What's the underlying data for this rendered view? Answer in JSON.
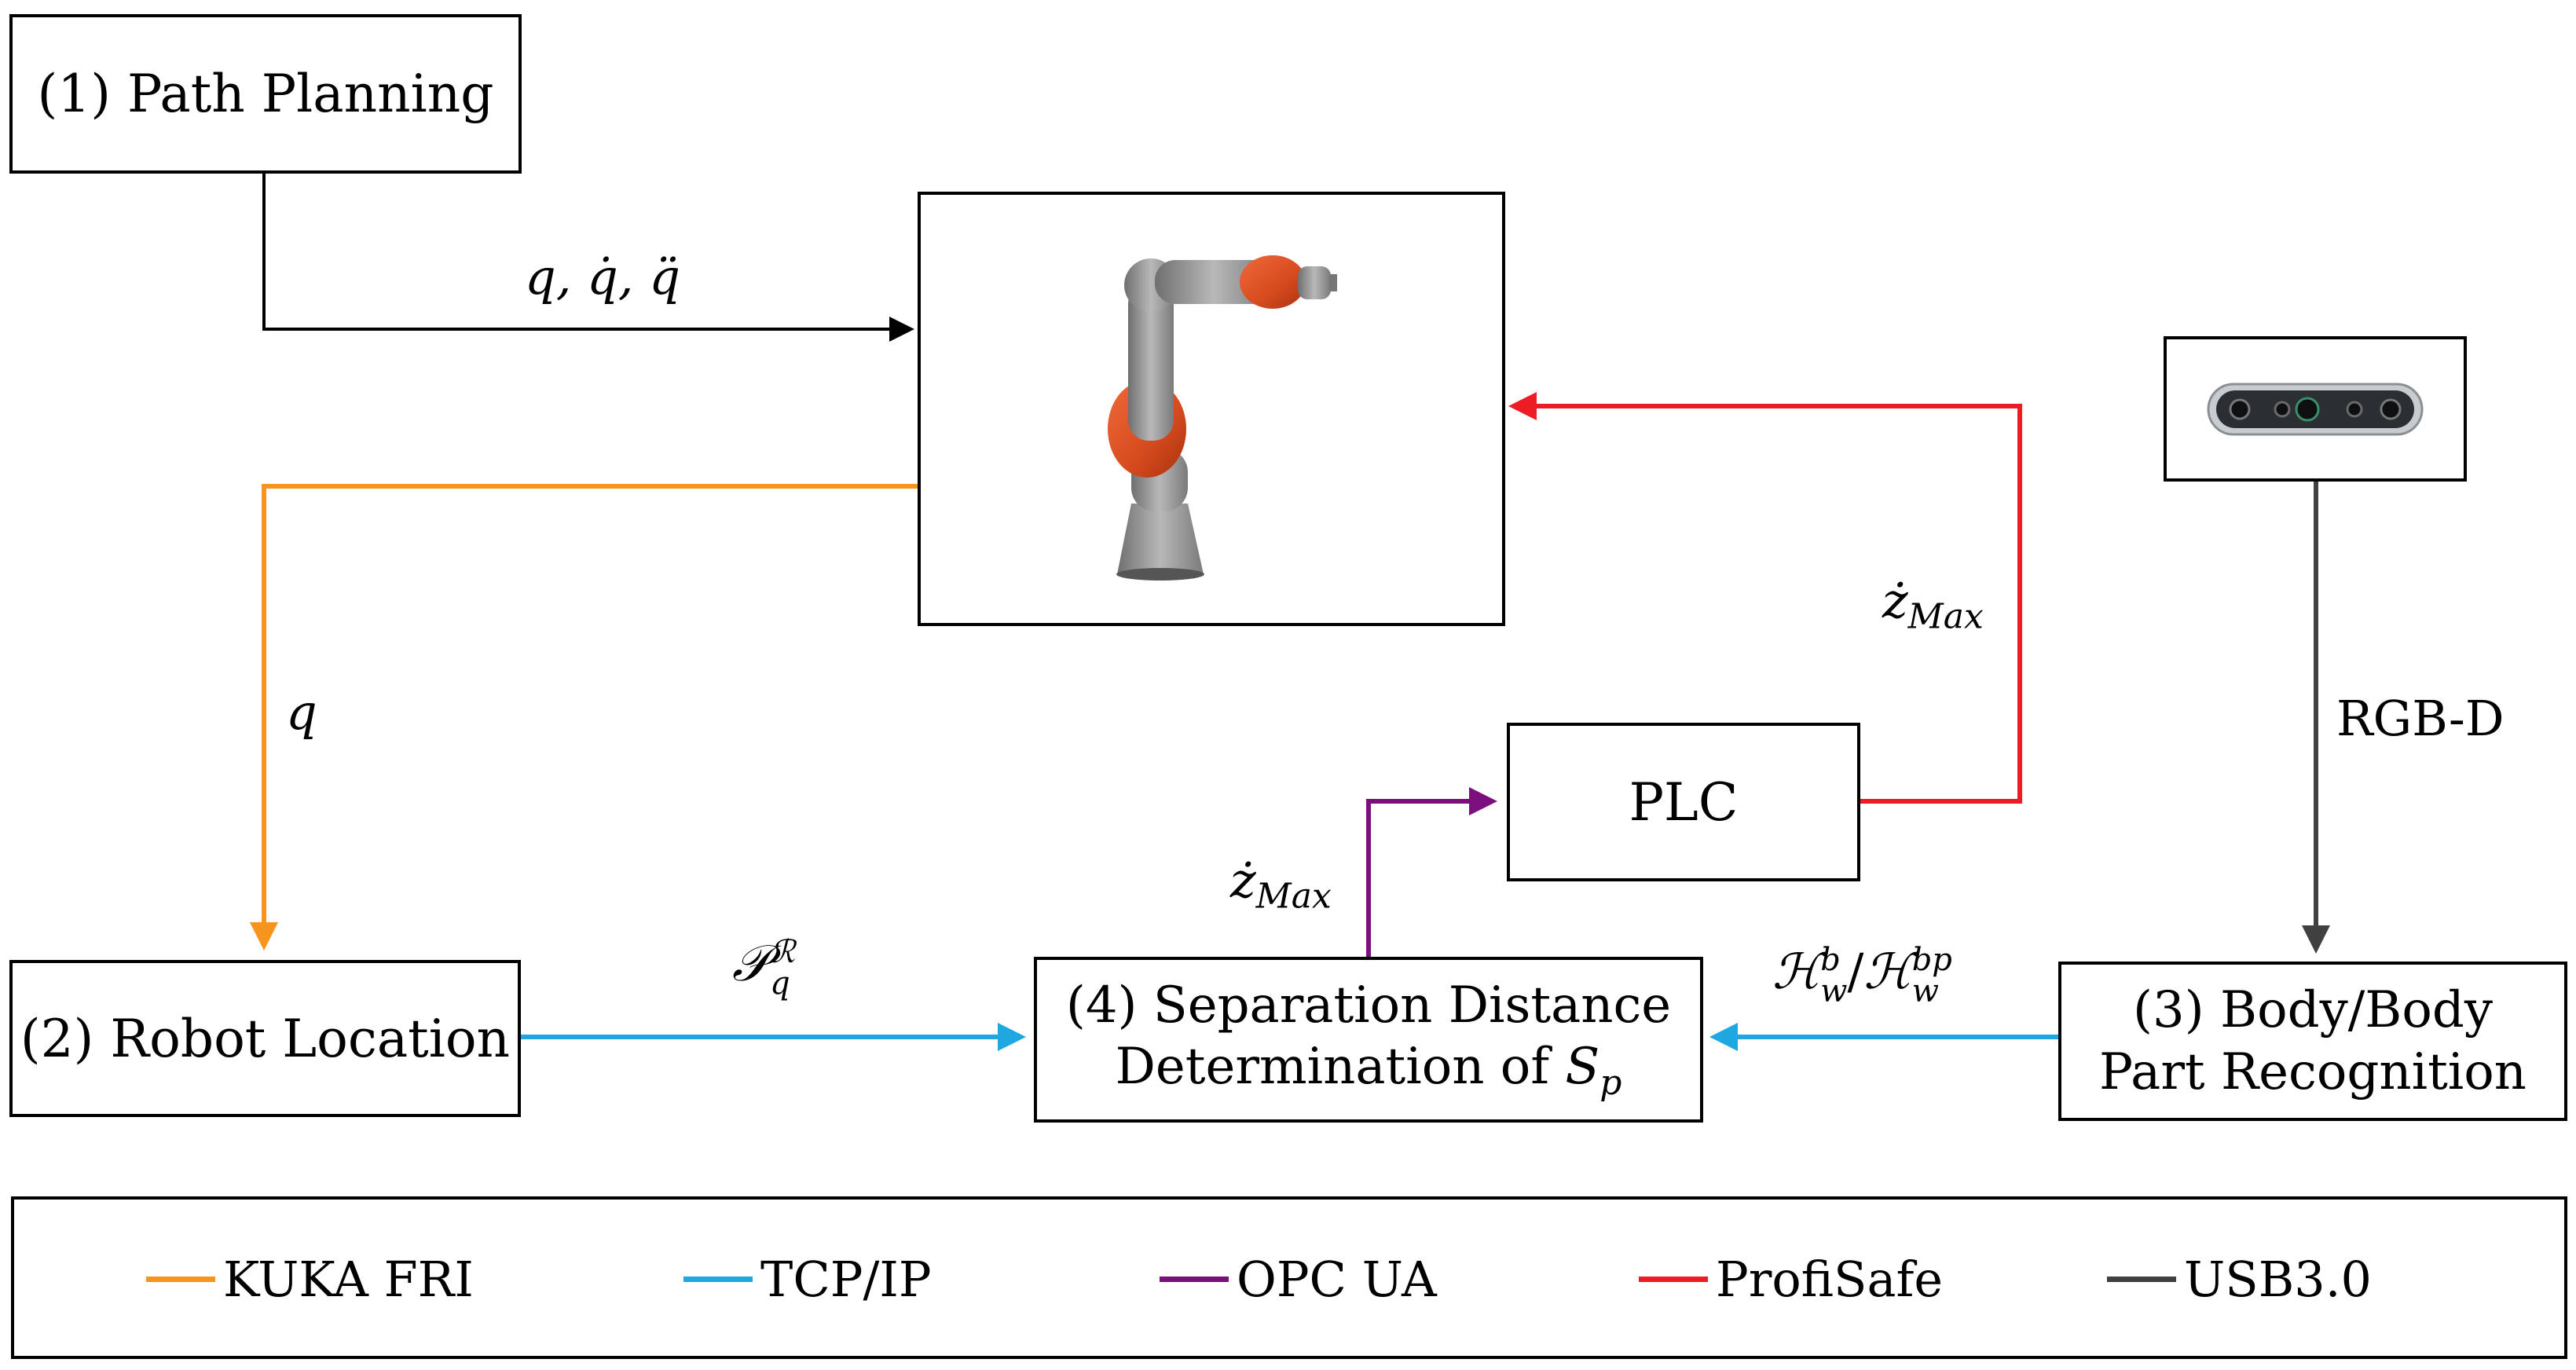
{
  "boxes": {
    "path_planning": "(1) Path Planning",
    "plc": "PLC",
    "robot_location": "(2) Robot Location",
    "separation_line1": "(4) Separation Distance",
    "separation_line2_prefix": "Determination of ",
    "separation_line2_var": "S",
    "separation_line2_sub": "p",
    "body_line1": "(3) Body/Body",
    "body_line2": "Part Recognition"
  },
  "edge_labels": {
    "q_dq_ddq": "q, q̇, q̈",
    "q": "q",
    "zmax_var": "ż",
    "zmax_sub": "Max",
    "rgbd": "RGB-D",
    "pq_main": "𝒫",
    "pq_sub": "q",
    "pq_sup": "ℛ",
    "hw_H": "ℋ",
    "hw_sub": "w",
    "hw_sup1": "b",
    "hw_slash": "/",
    "hw_sup2": "bp"
  },
  "images": {
    "robot": "kuka-robot-arm",
    "camera": "rgbd-camera"
  },
  "legend": [
    {
      "label": "KUKA FRI",
      "color": "#f7941d"
    },
    {
      "label": "TCP/IP",
      "color": "#1ea7e1"
    },
    {
      "label": "OPC UA",
      "color": "#7b0f7e"
    },
    {
      "label": "ProfiSafe",
      "color": "#ee1c25"
    },
    {
      "label": "USB3.0",
      "color": "#404040"
    }
  ],
  "colors": {
    "kuka_fri": "#f7941d",
    "tcp_ip": "#1ea7e1",
    "opc_ua": "#7b0f7e",
    "profisafe": "#ee1c25",
    "usb": "#404040",
    "robot_orange": "#d94a1f",
    "robot_gray": "#8c8c8c"
  }
}
